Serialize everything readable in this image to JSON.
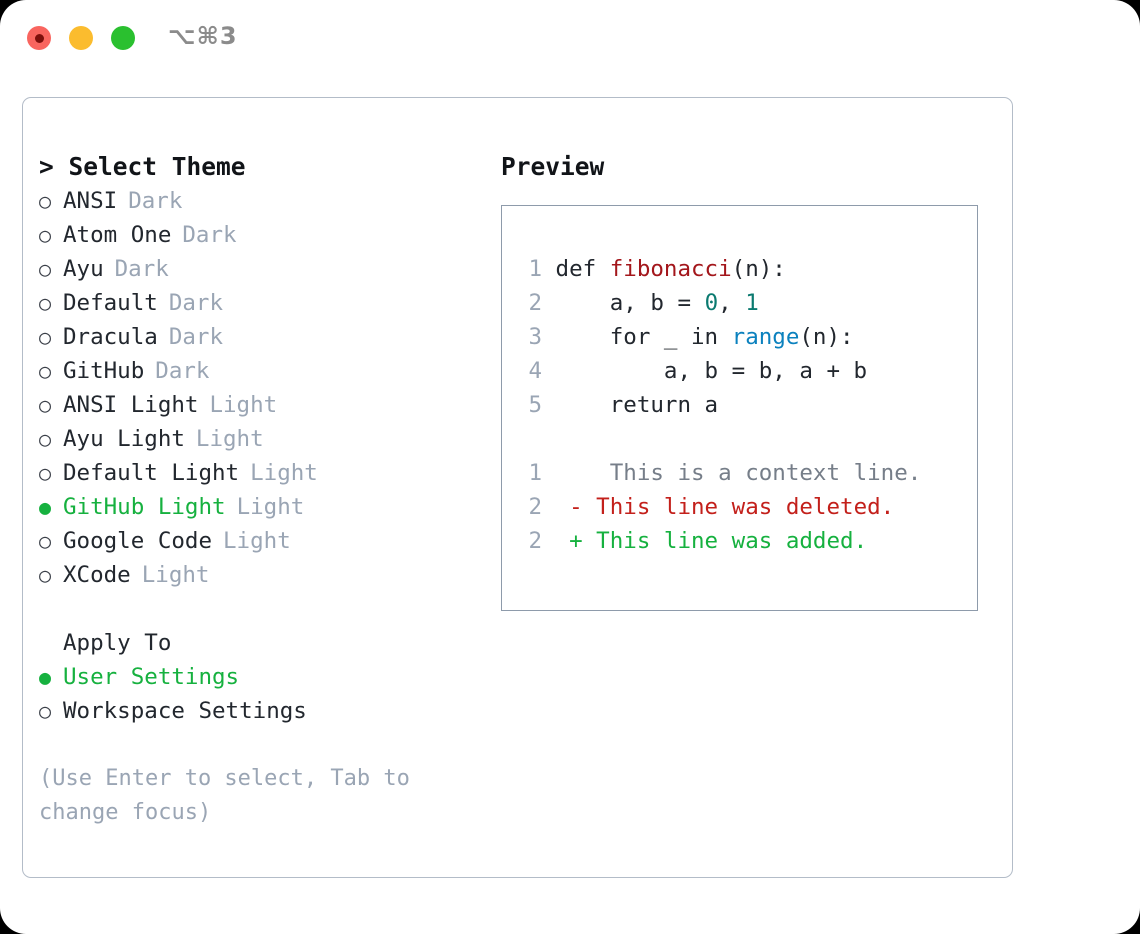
{
  "window": {
    "title_shortcut": "⌥⌘3",
    "traffic_lights": [
      {
        "name": "close",
        "color": "#f9655f"
      },
      {
        "name": "minimize",
        "color": "#fbbc2e"
      },
      {
        "name": "zoom",
        "color": "#2ac02f"
      }
    ]
  },
  "theme_panel": {
    "heading": "> Select Theme",
    "marker_unselected": "○",
    "marker_selected": "●",
    "items": [
      {
        "label": "ANSI",
        "badge": "Dark",
        "selected": false
      },
      {
        "label": "Atom One",
        "badge": "Dark",
        "selected": false
      },
      {
        "label": "Ayu",
        "badge": "Dark",
        "selected": false
      },
      {
        "label": "Default",
        "badge": "Dark",
        "selected": false
      },
      {
        "label": "Dracula",
        "badge": "Dark",
        "selected": false
      },
      {
        "label": "GitHub",
        "badge": "Dark",
        "selected": false
      },
      {
        "label": "ANSI Light",
        "badge": "Light",
        "selected": false
      },
      {
        "label": "Ayu Light",
        "badge": "Light",
        "selected": false
      },
      {
        "label": "Default Light",
        "badge": "Light",
        "selected": false
      },
      {
        "label": "GitHub Light",
        "badge": "Light",
        "selected": true
      },
      {
        "label": "Google Code",
        "badge": "Light",
        "selected": false
      },
      {
        "label": "XCode",
        "badge": "Light",
        "selected": false
      }
    ]
  },
  "apply_to": {
    "heading": "Apply To",
    "options": [
      {
        "label": "User Settings",
        "selected": true
      },
      {
        "label": "Workspace Settings",
        "selected": false
      }
    ]
  },
  "hint": "(Use Enter to select, Tab to change focus)",
  "preview": {
    "heading": "Preview",
    "code_lines": [
      {
        "num": "1",
        "segments": [
          {
            "text": "def ",
            "kind": "plain"
          },
          {
            "text": "fibonacci",
            "kind": "fn"
          },
          {
            "text": "(n):",
            "kind": "plain"
          }
        ]
      },
      {
        "num": "2",
        "segments": [
          {
            "text": "    a, b = ",
            "kind": "plain"
          },
          {
            "text": "0",
            "kind": "num"
          },
          {
            "text": ", ",
            "kind": "plain"
          },
          {
            "text": "1",
            "kind": "num"
          }
        ]
      },
      {
        "num": "3",
        "segments": [
          {
            "text": "    for _ in ",
            "kind": "plain"
          },
          {
            "text": "range",
            "kind": "call"
          },
          {
            "text": "(n):",
            "kind": "plain"
          }
        ]
      },
      {
        "num": "4",
        "segments": [
          {
            "text": "        a, b = b, a + b",
            "kind": "plain"
          }
        ]
      },
      {
        "num": "5",
        "segments": [
          {
            "text": "    return a",
            "kind": "plain"
          }
        ]
      }
    ],
    "diff_lines": [
      {
        "num": "1",
        "sign": " ",
        "text": "  This is a context line.",
        "kind": "ctx"
      },
      {
        "num": "2",
        "sign": "-",
        "text": " This line was deleted.",
        "kind": "del"
      },
      {
        "num": "2",
        "sign": "+",
        "text": " This line was added.",
        "kind": "add"
      }
    ]
  },
  "colors": {
    "accent_green": "#16b13f",
    "muted": "#9aa5b4",
    "border": "#b3bcc8",
    "preview_border": "#8e9bab",
    "code_fn": "#a3161b",
    "code_num": "#0b7a70",
    "code_call": "#0b81be",
    "diff_del": "#c3201b",
    "diff_add": "#16b13f"
  }
}
